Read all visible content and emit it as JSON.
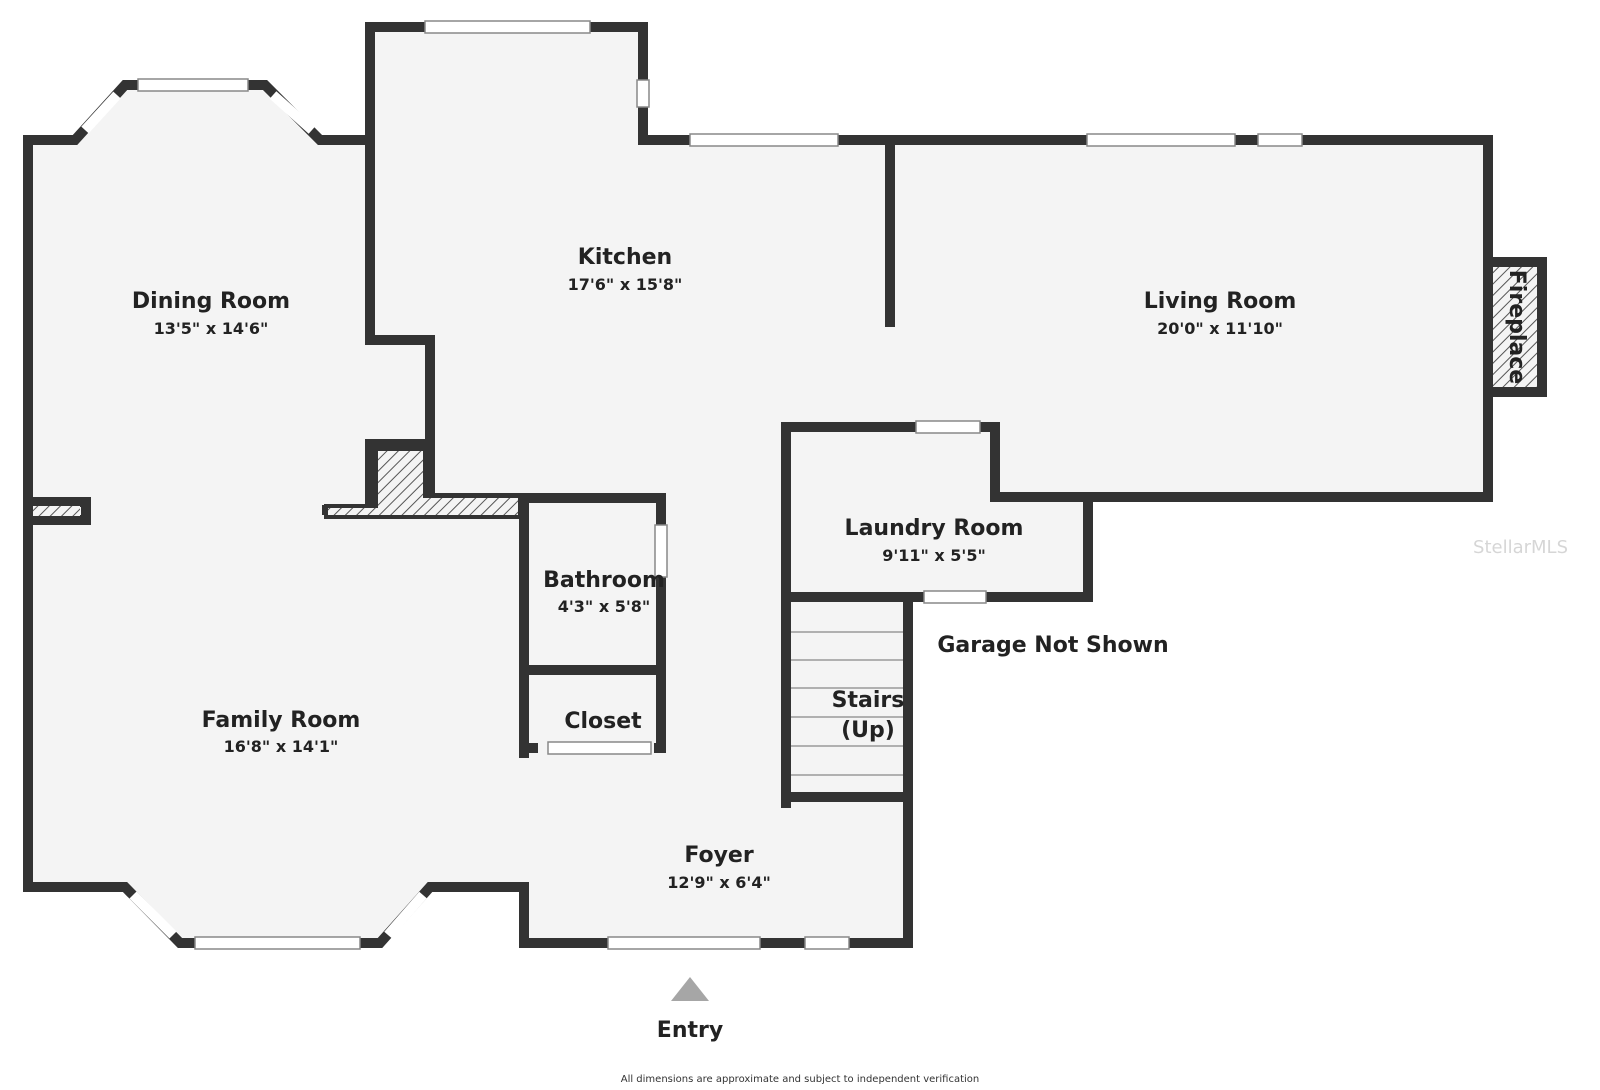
{
  "rooms": {
    "dining": {
      "name": "Dining Room",
      "dims": "13'5\" x 14'6\""
    },
    "kitchen": {
      "name": "Kitchen",
      "dims": "17'6\" x 15'8\""
    },
    "living": {
      "name": "Living Room",
      "dims": "20'0\" x 11'10\""
    },
    "bathroom": {
      "name": "Bathroom",
      "dims": "4'3\" x 5'8\""
    },
    "laundry": {
      "name": "Laundry Room",
      "dims": "9'11\" x 5'5\""
    },
    "closet": {
      "name": "Closet"
    },
    "family": {
      "name": "Family Room",
      "dims": "16'8\" x 14'1\""
    },
    "foyer": {
      "name": "Foyer",
      "dims": "12'9\" x 6'4\""
    }
  },
  "stairs": {
    "line1": "Stairs",
    "line2": "(Up)"
  },
  "fireplace_label": "Fireplace",
  "garage_note": "Garage Not Shown",
  "entry_label": "Entry",
  "disclaimer": "All dimensions are approximate and subject to independent verification",
  "watermark": "StellarMLS",
  "colors": {
    "wall": "#333333",
    "floor": "#f4f4f4",
    "window": "#ffffff",
    "hatch": "#555555",
    "entry_arrow": "#a6a6a6"
  }
}
